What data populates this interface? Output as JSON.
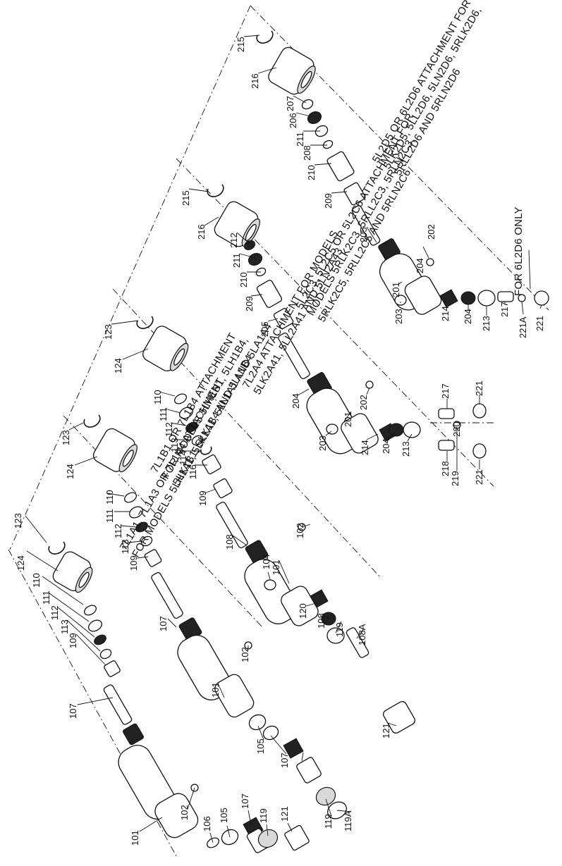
{
  "captions": {
    "kit1": [
      "7L1A1, 7L1A3 OR 7L1A4 ATTACHMENT",
      "FOR MODELS 5LH1A1, 5LK1A1, 5LL1A1 AND 5LA1A4"
    ],
    "kit2": [
      "7L1B1 OR 7L1B4 ATTACHMENT",
      "FOR MODELS 5LH1B1, 5LH1B4,",
      "5LK1B1, 5LK1B4 AND 5LL1B4"
    ],
    "kit3": [
      "7L2A4 ATTACHMENT FOR MODELS",
      "5LK2A41, 5LL2A41 AND 5LN2A43"
    ],
    "kit4": [
      "5L2C3, 5L2C5 OR 5L2C6 ATTACHMENT FOR",
      "MODELS 5RLK2C3, 5RLL2C3, 5RLN2C3,",
      "5RLK2C5, 5RLL2C5 AND 5RLN2C6"
    ],
    "kit5": [
      "5L2D5 OR 6L2D6 ATTACHMENT FOR MODELS",
      "5LK2D5, 5LL2D6, 5LN2D6, 5RLK2D6,",
      "5RLL2D6 AND 5RLN2D6"
    ],
    "note": "FOR 6L2D6 ONLY"
  },
  "labels": {
    "k1": [
      "123",
      "124",
      "110",
      "111",
      "112",
      "113",
      "109",
      "107",
      "101",
      "102",
      "106",
      "105",
      "107",
      "119",
      "121"
    ],
    "k2": [
      "123",
      "124",
      "110",
      "111",
      "112",
      "113",
      "109",
      "107",
      "101",
      "102",
      "105",
      "107",
      "119",
      "119A"
    ],
    "k3": [
      "123",
      "124",
      "110",
      "111",
      "112",
      "113",
      "114",
      "116",
      "109",
      "108",
      "101",
      "102",
      "104",
      "120",
      "108",
      "119",
      "108A",
      "121"
    ],
    "k4": [
      "215",
      "216",
      "212",
      "211",
      "210",
      "209",
      "205",
      "204",
      "202",
      "201",
      "203",
      "214",
      "204",
      "213",
      "217",
      "220",
      "221",
      "218",
      "219",
      "221"
    ],
    "k5": [
      "215",
      "216",
      "207",
      "206",
      "211",
      "208",
      "210",
      "209",
      "205",
      "204",
      "202",
      "201",
      "203",
      "214",
      "204",
      "213",
      "217",
      "221A",
      "221"
    ]
  }
}
